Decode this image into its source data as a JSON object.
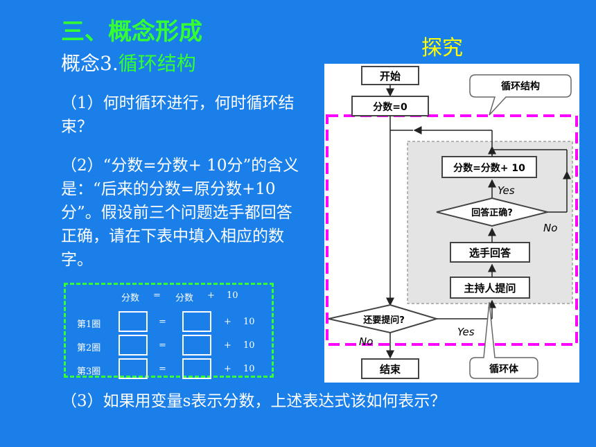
{
  "heading": "三、概念形成",
  "concept": {
    "prefix": "概念3.",
    "title": "循环结构"
  },
  "explore_label": "探究",
  "questions": {
    "q1": "（1）何时循环进行，何时循环结束？",
    "q2": "（2）“分数=分数+ 10分”的含义是：“后来的分数=原分数+10分”。假设前三个问题选手都回答正确，请在下表中填入相应的数字。",
    "q3": "（3）如果用变量s表示分数，上述表达式该如何表示？"
  },
  "table": {
    "header": {
      "left": "分数",
      "eq": "=",
      "right": "分数",
      "plus": "+",
      "num": "10"
    },
    "rows": [
      {
        "label": "第1圈",
        "eq": "=",
        "plus": "+",
        "num": "10"
      },
      {
        "label": "第2圈",
        "eq": "=",
        "plus": "+",
        "num": "10"
      },
      {
        "label": "第3圈",
        "eq": "=",
        "plus": "+",
        "num": "10"
      }
    ]
  },
  "flowchart": {
    "start": "开始",
    "init": "分数=0",
    "loop_structure_callout": "循环结构",
    "update": "分数=分数+ 10",
    "yes_inner": "Yes",
    "check_answer": "回答正确?",
    "no_inner": "No",
    "contestant_answer": "选手回答",
    "host_question": "主持人提问",
    "more_questions": "还要提问?",
    "yes_outer": "Yes",
    "no_outer": "No",
    "end": "结束",
    "loop_body_callout": "循环体"
  },
  "colors": {
    "background": "#1a7fe8",
    "green_text": "#33ff33",
    "yellow_text": "#ffff00",
    "dash_magenta": "#ff00ff"
  }
}
